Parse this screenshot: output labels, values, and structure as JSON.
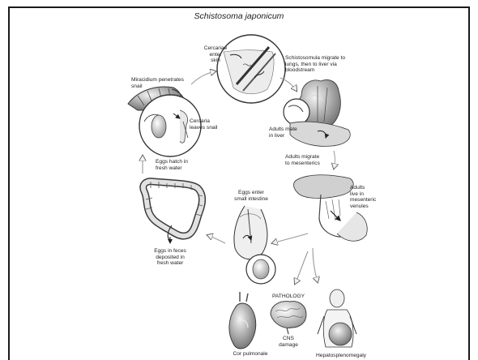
{
  "title": "Schistosoma japonicum",
  "labels": {
    "miracidium": "Miracidium penetrates\nsnail",
    "cercariae_enter": "Cercariae\nenter\nskin",
    "schistosomula": "Schistosomula migrate to\nlungs, then to liver via\nbloodstream",
    "cercaria_leaves": "Cercaria\nleaves snail",
    "adults_mate": "Adults mate\nin liver",
    "adults_migrate": "Adults migrate\nto mesenterics",
    "eggs_hatch": "Eggs hatch in\nfresh water",
    "eggs_enter": "Eggs enter\nsmall intestine",
    "adults_live": "Adults\nlive in\nmesenteric\nvenules",
    "eggs_feces": "Eggs in feces\ndeposited in\nfresh water",
    "pathology": "PATHOLOGY",
    "cns_damage": "CNS\ndamage",
    "cor_pulmonale": "Cor pulmonale",
    "hepatosplenomegaly": "Hepatosplenomegaly"
  },
  "colors": {
    "ink": "#2a2a2a",
    "shade": "#8a8a8a",
    "light": "#cfcfcf",
    "frame": "#1a1a1a"
  }
}
